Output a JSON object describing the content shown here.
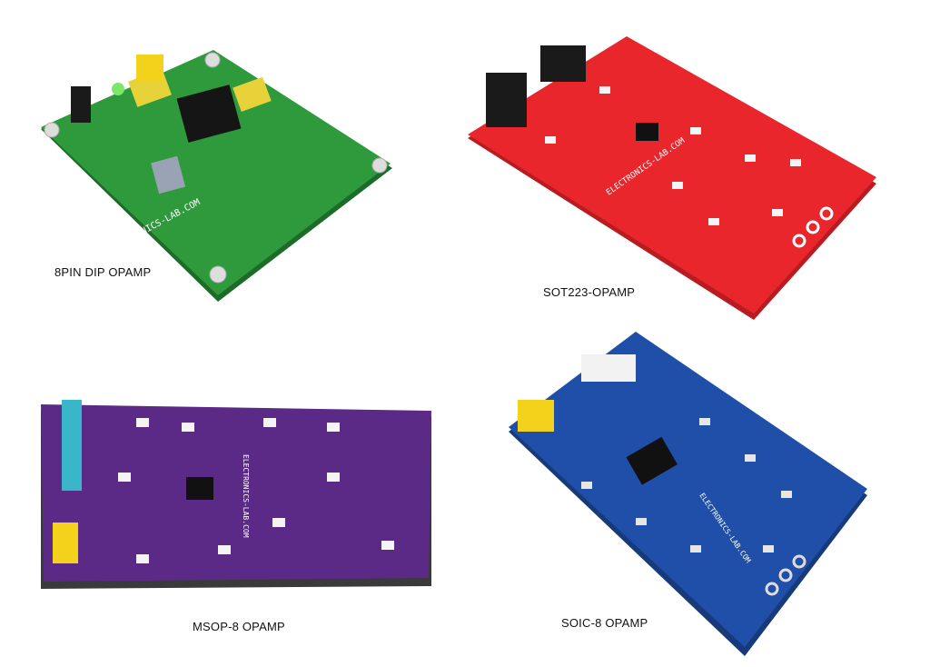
{
  "captions": {
    "dip": "8PIN DIP OPAMP",
    "sot223": "SOT223-OPAMP",
    "msop": "MSOP-8 OPAMP",
    "soic": "SOIC-8 OPAMP"
  },
  "silkscreen": "ELECTRONICS-LAB.COM",
  "colors": {
    "green_board": "#2e9a3c",
    "red_board": "#e8262c",
    "purple_board": "#5b2a86",
    "blue_board": "#1f4fa8",
    "header_yellow": "#f2d21a",
    "header_black": "#1a1a1a",
    "header_white": "#f2f2f2",
    "header_cyan": "#39b6c8"
  }
}
